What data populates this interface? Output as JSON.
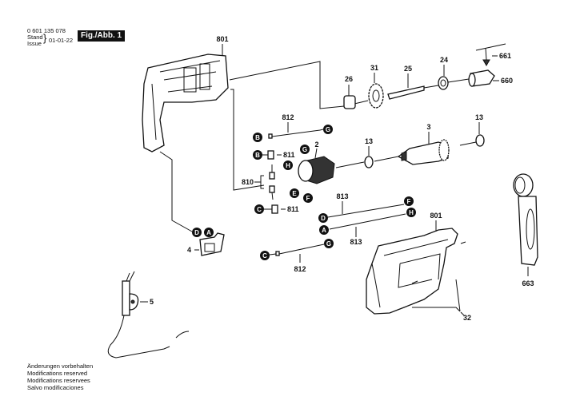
{
  "header": {
    "part_number": "0 601 135 078",
    "stand_label": "Stand",
    "issue_label": "Issue",
    "date": "01-01-22",
    "figure_label": "Fig./Abb. 1"
  },
  "footer": {
    "lines": [
      "Änderungen vorbehalten",
      "Modifications reserved",
      "Modifications reservees",
      "Salvo modificaciones"
    ]
  },
  "parts": {
    "housing_left": "801",
    "housing_right": "801",
    "bearing_26": "26",
    "gear_31": "31",
    "shaft_25": "25",
    "bearing_24": "24",
    "key_661": "661",
    "chuck_660": "660",
    "wire_812_top": "812",
    "wire_812_bottom": "812",
    "terminal_811_top": "811",
    "terminal_811_bottom": "811",
    "brush_set_810": "810",
    "stator_2": "2",
    "bearing_13_left": "13",
    "armature_3": "3",
    "bearing_13_right": "13",
    "wire_813_top": "813",
    "wire_813_bottom": "813",
    "switch_4": "4",
    "cable_5": "5",
    "handle_663": "663",
    "screw_32": "32"
  },
  "connectors": {
    "b1": "B",
    "g1": "G",
    "b2": "B",
    "g2": "G",
    "h1": "H",
    "e1": "E",
    "f1": "F",
    "c1": "C",
    "f2": "F",
    "d1": "D",
    "h2": "H",
    "a1": "A",
    "c2": "C",
    "g3": "G",
    "d2": "D",
    "a2": "A"
  }
}
